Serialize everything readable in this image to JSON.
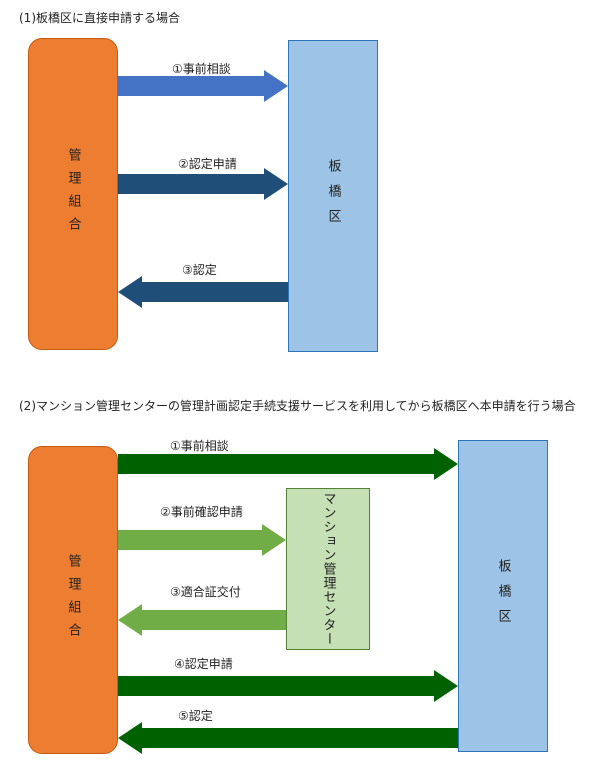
{
  "sections": [
    {
      "heading": "(1)板橋区に直接申請する場合",
      "left_box": "管理組合",
      "right_box": "板橋区",
      "arrows": [
        {
          "label": "①事前相談",
          "direction": "right",
          "color": "#4472c4"
        },
        {
          "label": "②認定申請",
          "direction": "right",
          "color": "#1f4e79"
        },
        {
          "label": "③認定",
          "direction": "left",
          "color": "#1f4e79"
        }
      ]
    },
    {
      "heading": "(2)マンション管理センターの管理計画認定手続支援サービスを利用してから板橋区へ本申請を行う場合",
      "left_box": "管理組合",
      "middle_box": "マンション管理センター",
      "right_box": "板橋区",
      "arrows": [
        {
          "label": "①事前相談",
          "direction": "right",
          "color": "#006100"
        },
        {
          "label": "②事前確認申請",
          "direction": "right",
          "color": "#70ad47"
        },
        {
          "label": "③適合証交付",
          "direction": "left",
          "color": "#70ad47"
        },
        {
          "label": "④認定申請",
          "direction": "right",
          "color": "#006100"
        },
        {
          "label": "⑤認定",
          "direction": "left",
          "color": "#006100"
        }
      ]
    }
  ],
  "colors": {
    "management_box": "#ed7d31",
    "ward_box": "#9dc3e6",
    "center_box": "#c5e0b4"
  }
}
